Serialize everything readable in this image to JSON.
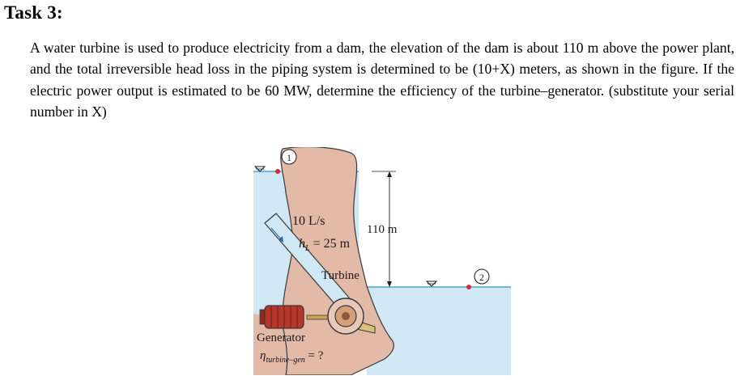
{
  "task": {
    "title": "Task 3:"
  },
  "problem": {
    "text": "A water turbine is used to produce electricity from a dam, the elevation of the dam is about 110 m above the power plant, and the total irreversible head loss in the piping system is determined to be (10+X) meters, as shown in the figure. If the electric power output is estimated to be 60 MW, determine the efficiency of the turbine–generator. (substitute your serial number in X)"
  },
  "figure": {
    "point1": "1",
    "point2": "2",
    "flow_rate": "10 L/s",
    "head_loss_symbol": "h",
    "head_loss_subscript": "L",
    "head_loss_value": " = 25 m",
    "height": "110 m",
    "turbine": "Turbine",
    "generator": "Generator",
    "efficiency_symbol": "η",
    "efficiency_subscript": "turbine–gen",
    "efficiency_value": " = ?",
    "colors": {
      "water": "#cfe8f3",
      "water_line": "#4aa6cf",
      "dam": "#e3b9a7",
      "dam_edge": "#3a3a3a",
      "generator_red": "#b5372b",
      "marker_red": "#e0262e"
    }
  }
}
